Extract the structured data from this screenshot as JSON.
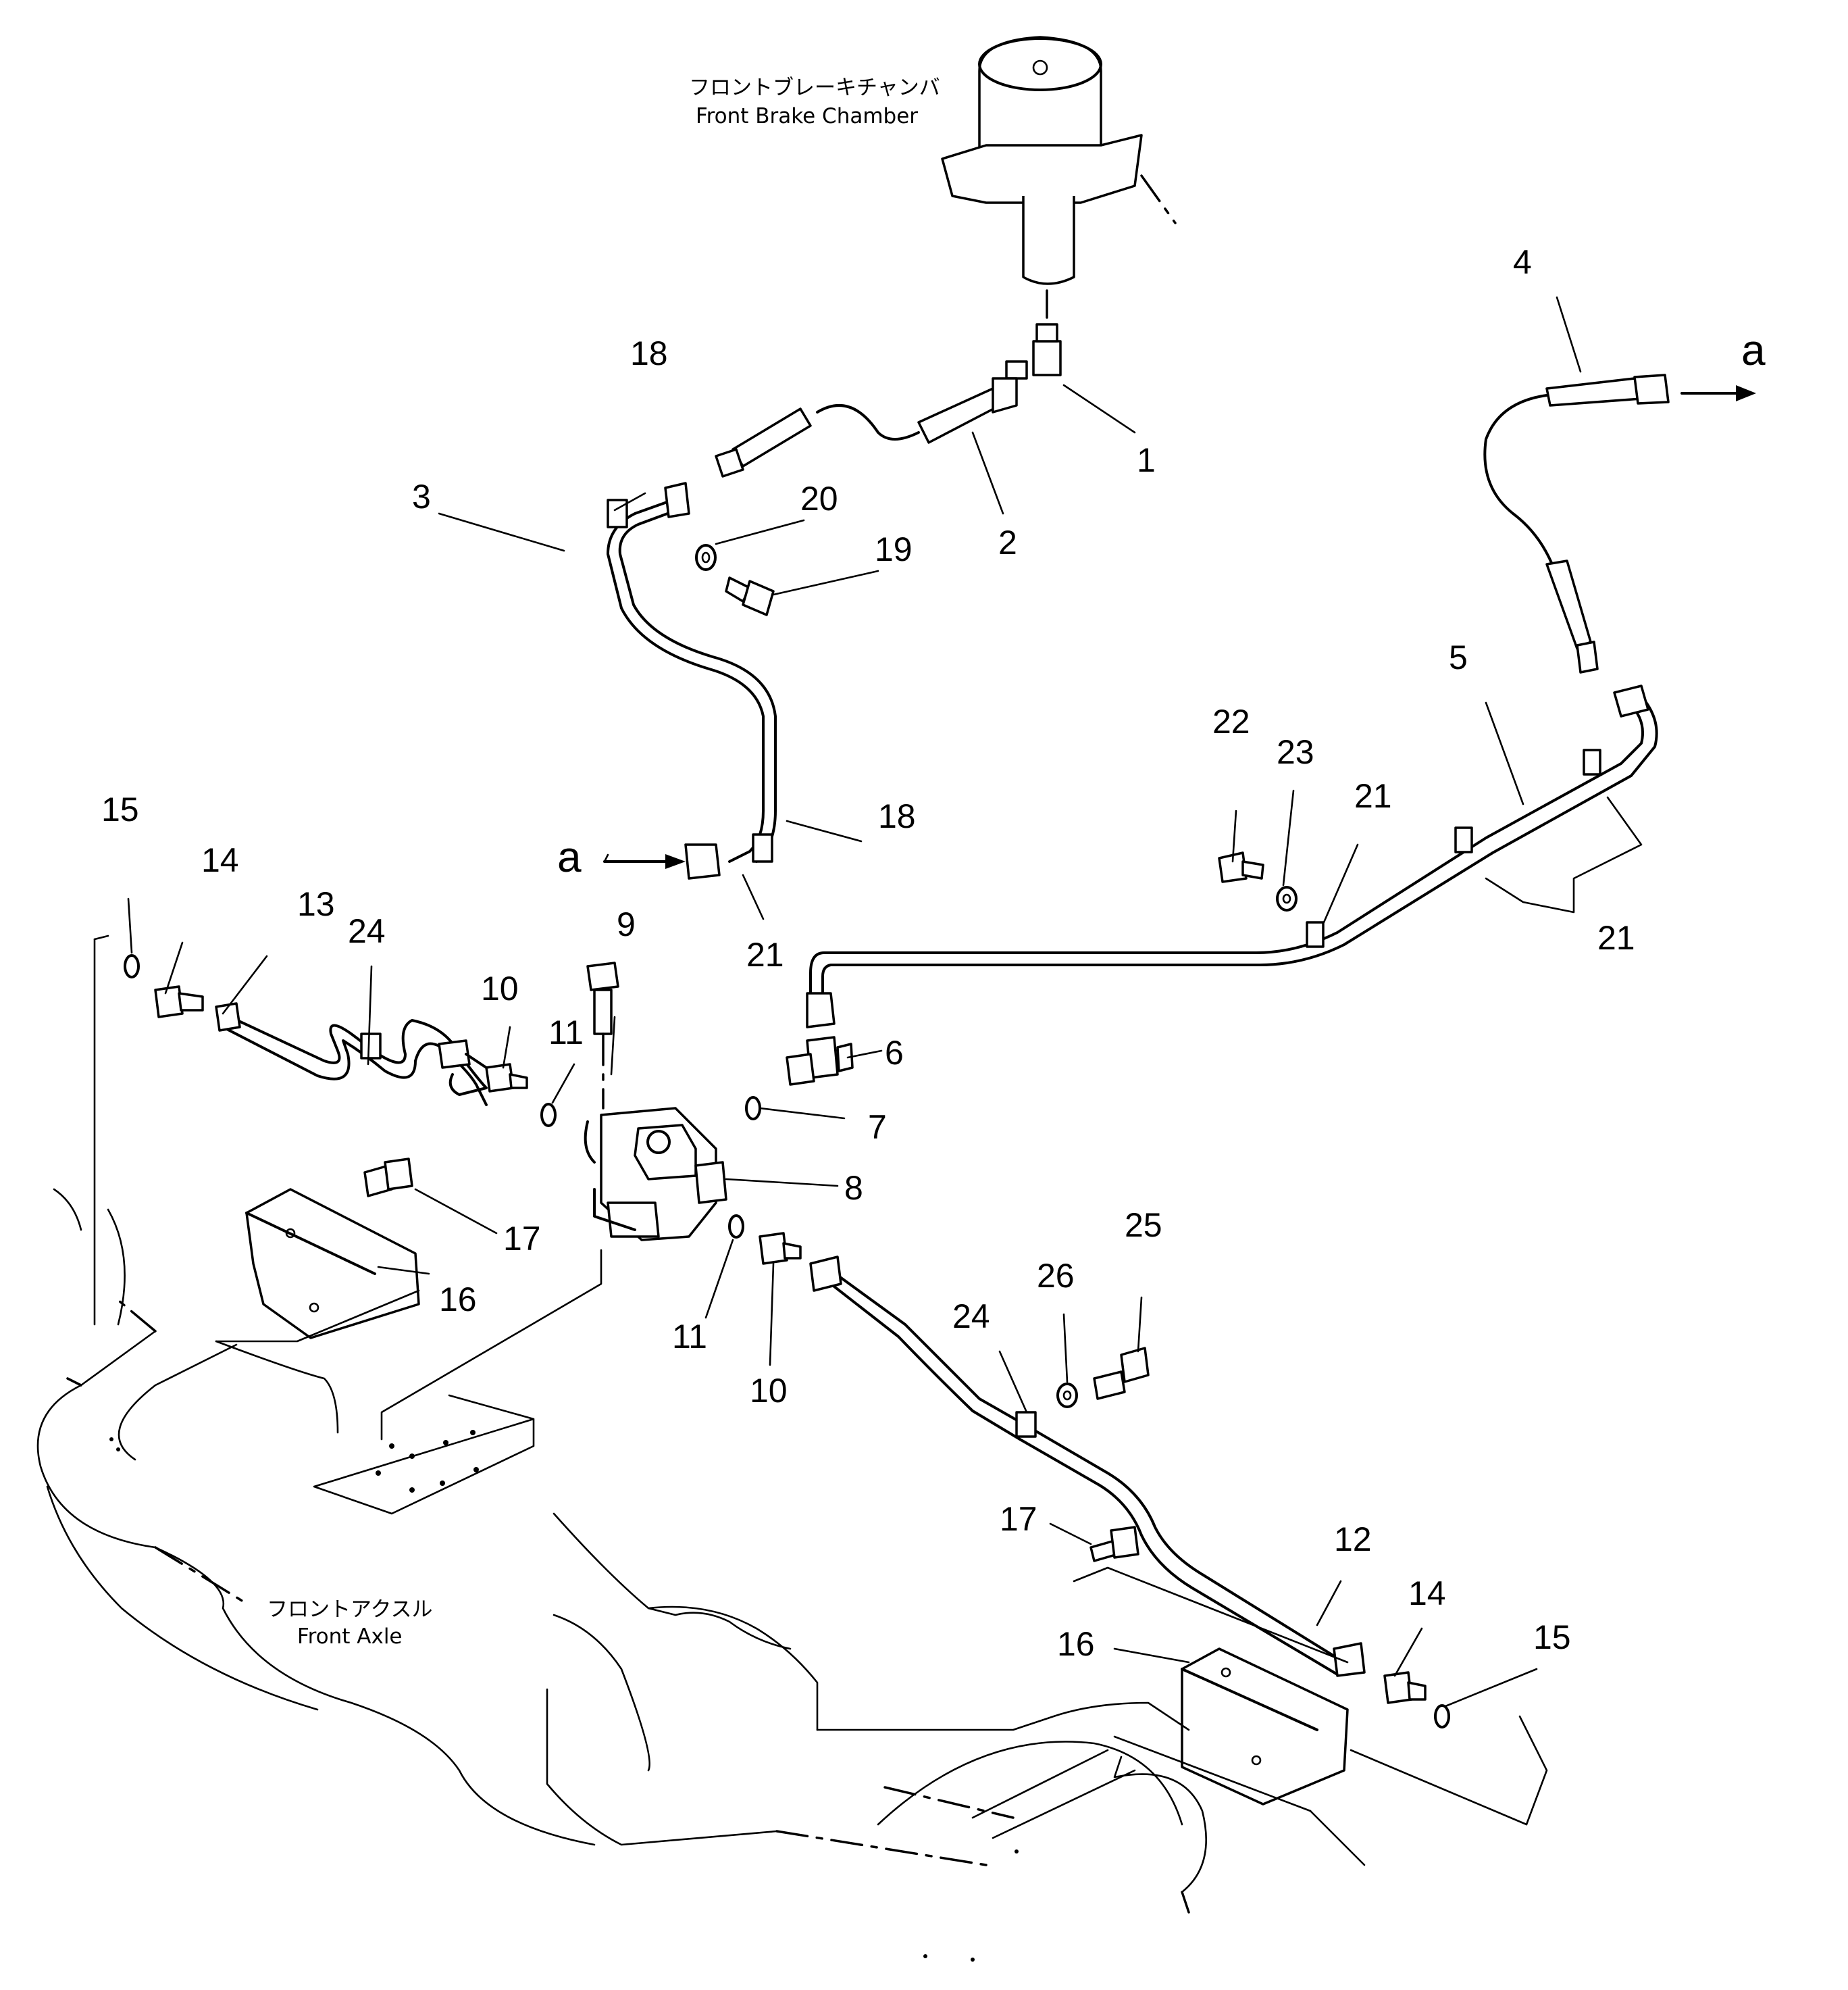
{
  "captions": {
    "brake_chamber_jp": "フロントブレーキチャンバ",
    "brake_chamber_en": "Front Brake Chamber",
    "front_axle_jp": "フロントアクスル",
    "front_axle_en": "Front Axle"
  },
  "arrow_labels": {
    "top_right": "a",
    "left_mid": "a"
  },
  "part_numbers": {
    "p1": "1",
    "p2": "2",
    "p3": "3",
    "p4": "4",
    "p5": "5",
    "p6": "6",
    "p7": "7",
    "p8": "8",
    "p9": "9",
    "p10a": "10",
    "p10b": "10",
    "p11a": "11",
    "p11b": "11",
    "p12": "12",
    "p13": "13",
    "p14a": "14",
    "p14b": "14",
    "p15a": "15",
    "p15b": "15",
    "p16a": "16",
    "p16b": "16",
    "p17a": "17",
    "p17b": "17",
    "p18a": "18",
    "p18b": "18",
    "p19": "19",
    "p20": "20",
    "p21a": "21",
    "p21b": "21",
    "p21c": "21",
    "p22": "22",
    "p23": "23",
    "p24a": "24",
    "p24b": "24",
    "p25": "25",
    "p26": "26"
  }
}
